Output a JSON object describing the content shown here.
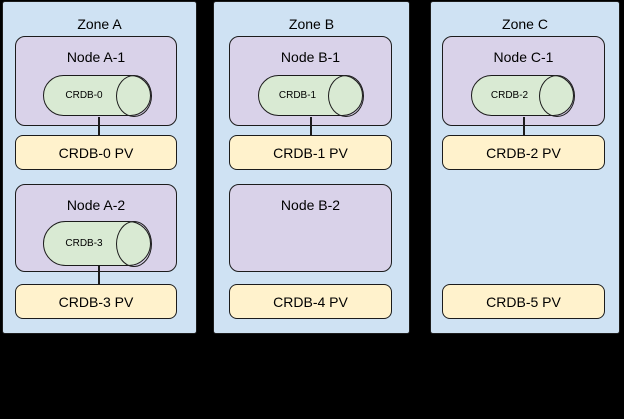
{
  "diagram": {
    "colors": {
      "background": "#000000",
      "zone_fill": "#CFE2F3",
      "node_fill": "#D9D2E9",
      "pod_fill": "#D9EAD3",
      "pv_fill": "#FFF2CC",
      "border": "#1C1C1C",
      "text": "#000000"
    },
    "zones": [
      {
        "label": "Zone A",
        "nodes": [
          {
            "label": "Node A-1",
            "pod": "CRDB-0"
          },
          {
            "label": "Node A-2",
            "pod": "CRDB-3"
          }
        ],
        "pvs": [
          "CRDB-0 PV",
          "CRDB-3 PV"
        ]
      },
      {
        "label": "Zone B",
        "nodes": [
          {
            "label": "Node B-1",
            "pod": "CRDB-1"
          },
          {
            "label": "Node B-2",
            "pod": null
          }
        ],
        "pvs": [
          "CRDB-1 PV",
          "CRDB-4 PV"
        ]
      },
      {
        "label": "Zone C",
        "nodes": [
          {
            "label": "Node C-1",
            "pod": "CRDB-2"
          }
        ],
        "pvs": [
          "CRDB-2 PV",
          "CRDB-5 PV"
        ]
      }
    ]
  }
}
